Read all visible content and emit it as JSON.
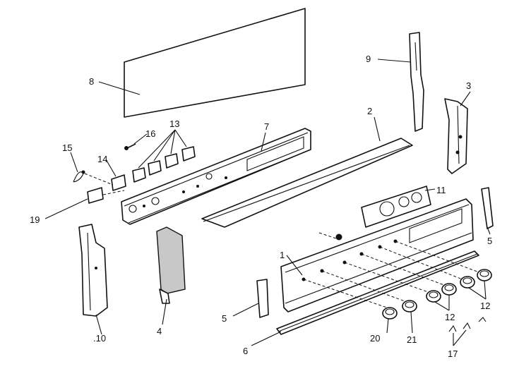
{
  "callouts": {
    "c1": "1",
    "c2": "2",
    "c3": "3",
    "c4": "4",
    "c5a": "5",
    "c5b": "5",
    "c6": "6",
    "c7": "7",
    "c8": "8",
    "c9": "9",
    "c10": ".10",
    "c11": "11",
    "c12a": "12",
    "c12b": "12",
    "c13": "13",
    "c14": "14",
    "c15": "15",
    "c16": "16",
    "c17": "17",
    "c19": "19",
    "c20": "20",
    "c21": "21"
  }
}
